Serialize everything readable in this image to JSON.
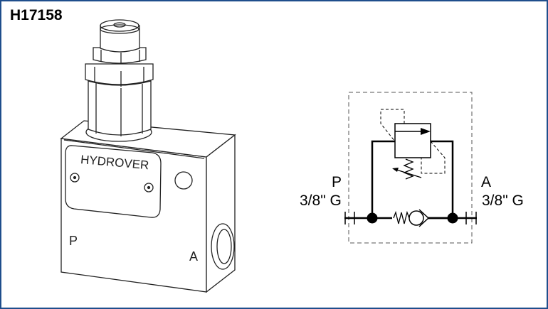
{
  "product_code": "H17158",
  "product_drawing": {
    "brand_plate": "HYDROVER",
    "port_p_label": "P",
    "port_a_label": "A"
  },
  "schematic": {
    "left_port": {
      "name": "P",
      "thread": "3/8\" G"
    },
    "right_port": {
      "name": "A",
      "thread": "3/8\" G"
    }
  },
  "colors": {
    "border": "#1f4e8c",
    "line": "#000000"
  }
}
